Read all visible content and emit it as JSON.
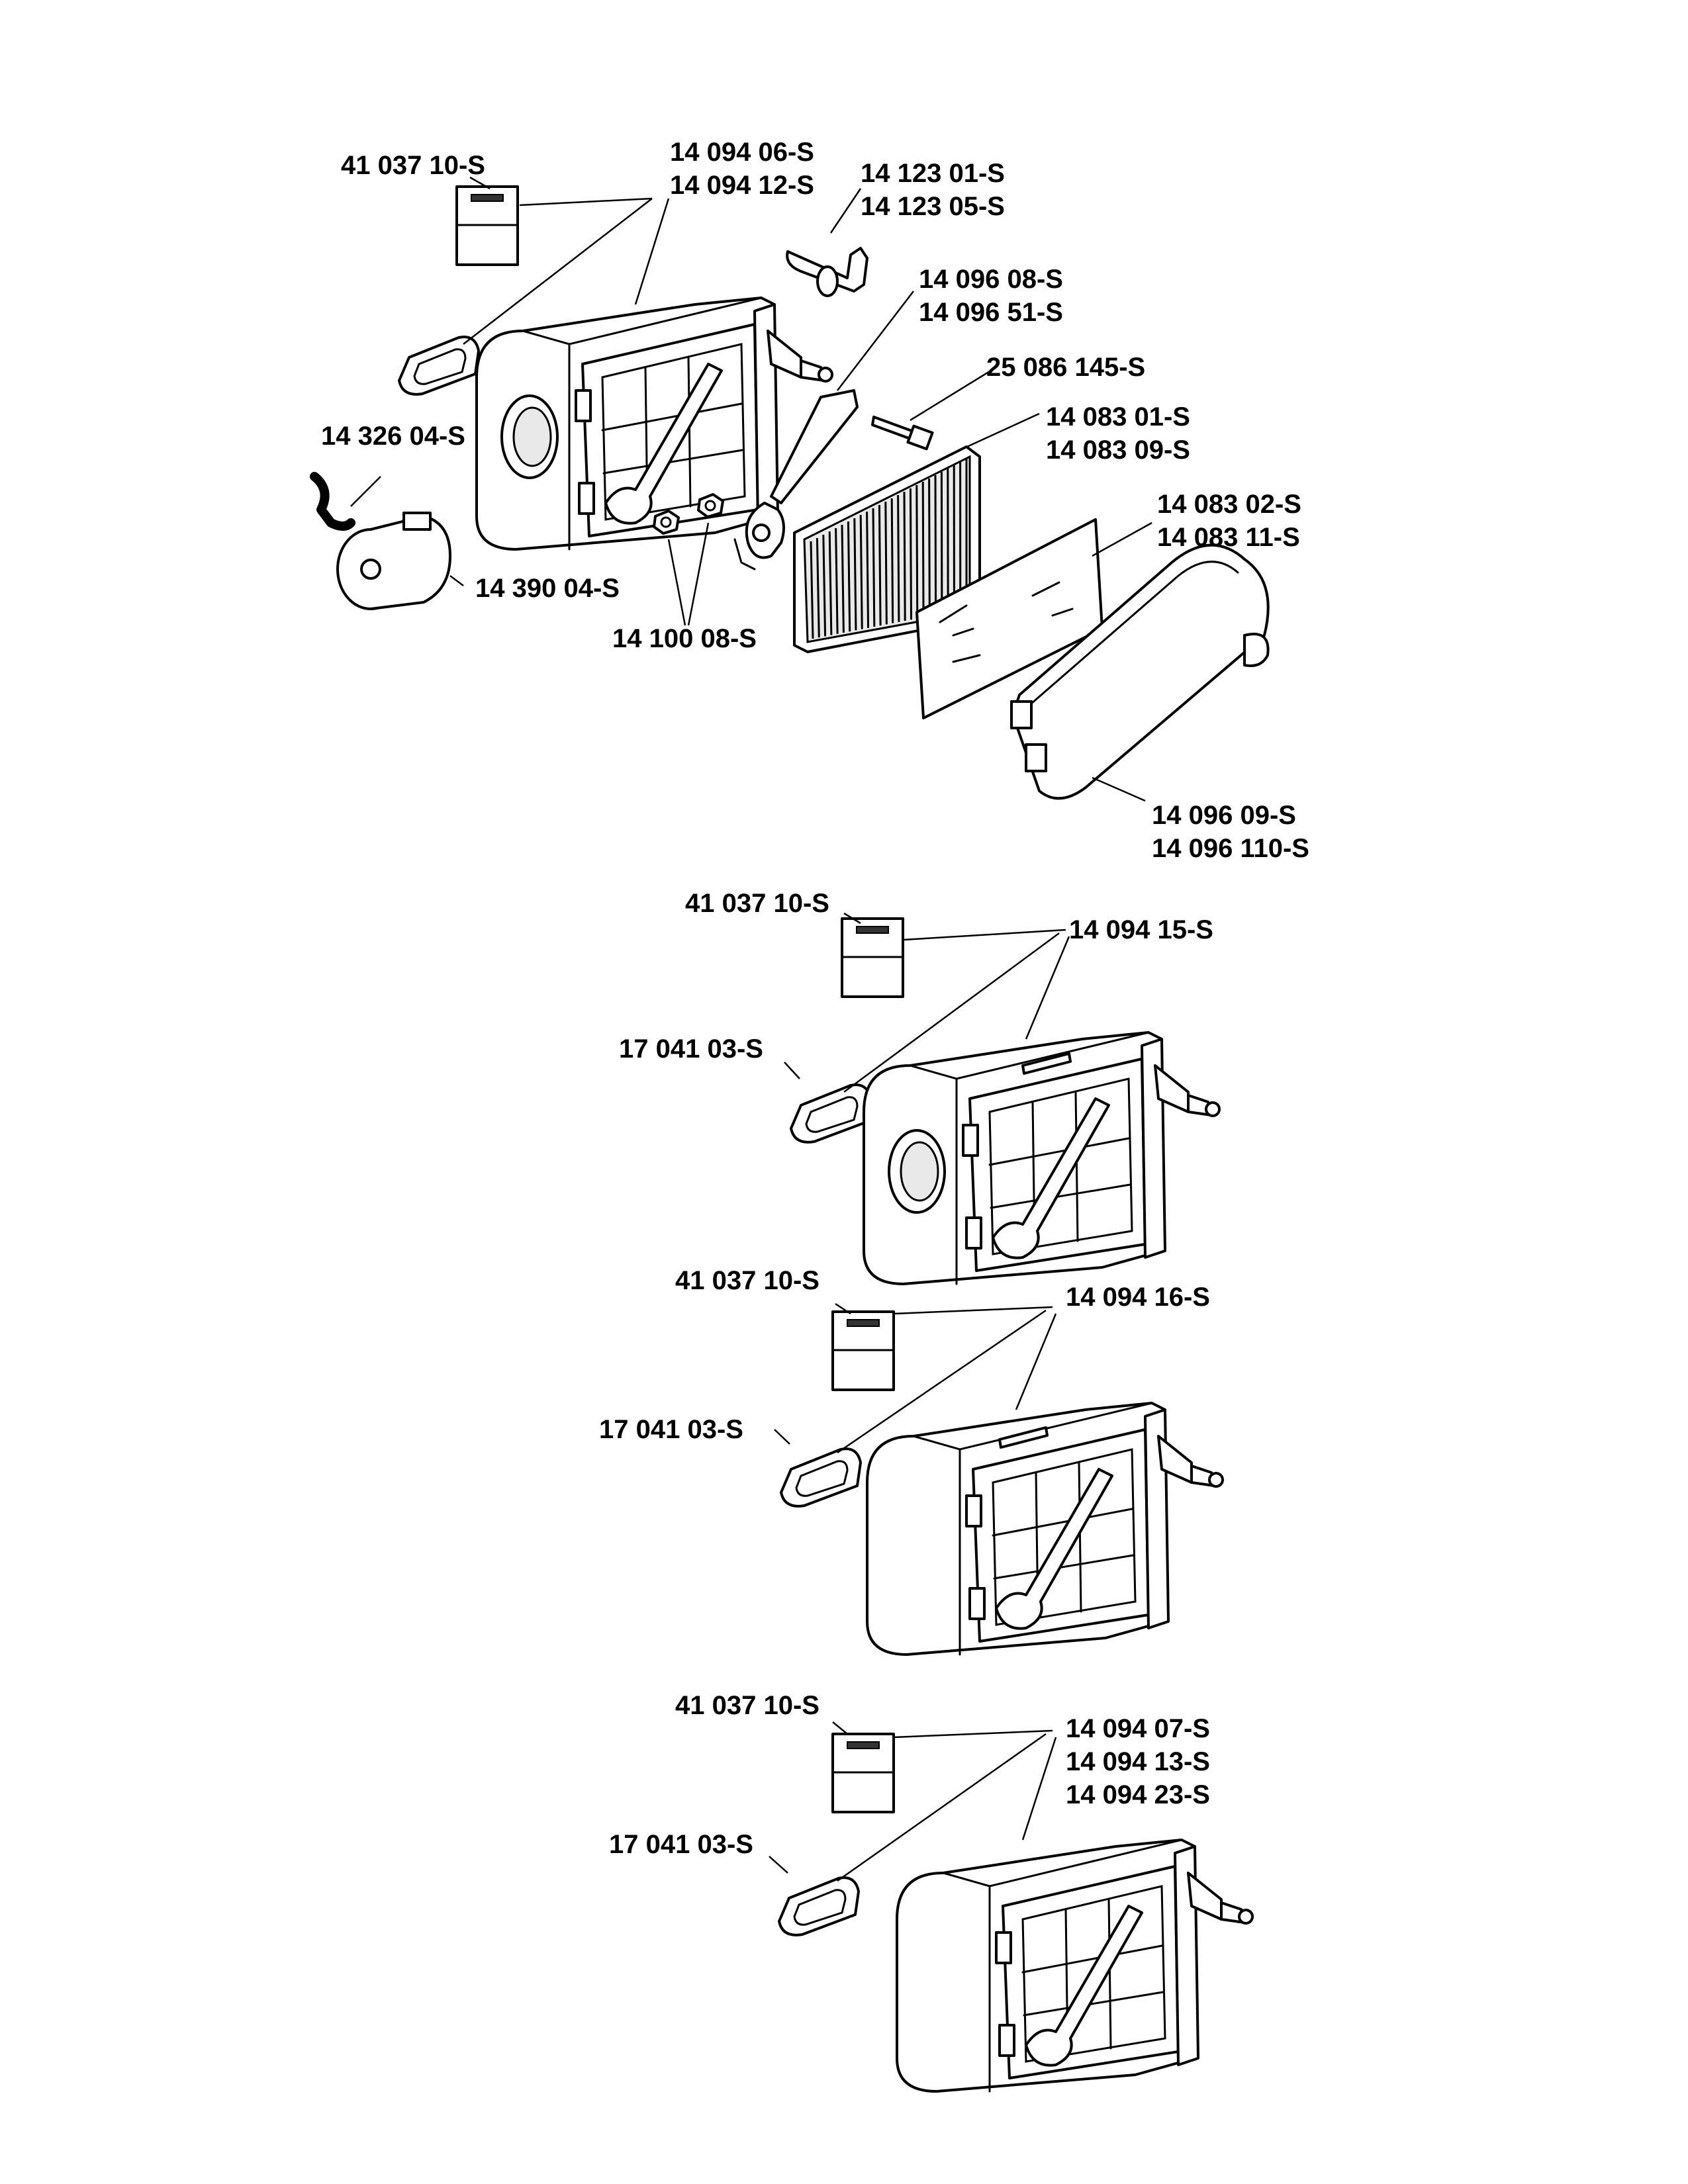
{
  "labels": {
    "decal_a": "41 037 10-S",
    "cover_a1": "14 094 06-S",
    "cover_a2": "14 094 12-S",
    "hose_a1": "14 123 01-S",
    "hose_a2": "14 123 05-S",
    "bracket_1": "14 096 08-S",
    "bracket_2": "14 096 51-S",
    "screw": "25 086 145-S",
    "filter_1": "14 083 01-S",
    "filter_2": "14 083 09-S",
    "prefilter_1": "14 083 02-S",
    "prefilter_2": "14 083 11-S",
    "small_hose": "14 326 04-S",
    "valve": "14 390 04-S",
    "nuts": "14 100 08-S",
    "lid_1": "14 096 09-S",
    "lid_2": "14 096 110-S",
    "decal_b": "41 037 10-S",
    "gasket_b": "17 041 03-S",
    "cover_b": "14 094 15-S",
    "decal_c": "41 037 10-S",
    "gasket_c": "17 041 03-S",
    "cover_c": "14 094 16-S",
    "decal_d": "41 037 10-S",
    "gasket_d": "17 041 03-S",
    "cover_d1": "14 094 07-S",
    "cover_d2": "14 094 13-S",
    "cover_d3": "14 094 23-S"
  }
}
